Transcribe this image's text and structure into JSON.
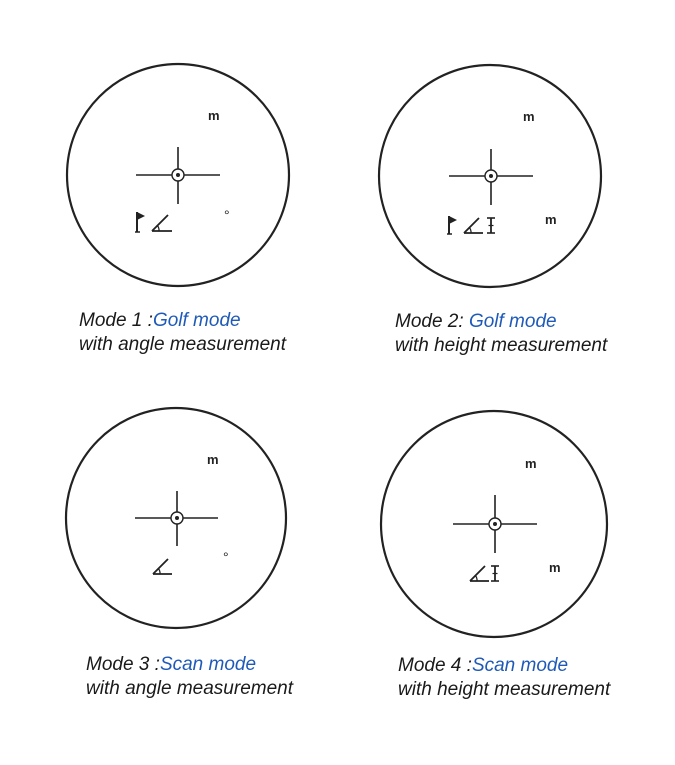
{
  "panels": [
    {
      "id": "mode-1",
      "label_prefix": "Mode 1 :",
      "mode_name": "Golf mode",
      "description": "with angle measurement",
      "icons": [
        "flag-icon",
        "angle-icon"
      ],
      "unit_top": "m",
      "unit_bottom": "",
      "degree_symbol": "°"
    },
    {
      "id": "mode-2",
      "label_prefix": "Mode 2: ",
      "mode_name": "Golf mode",
      "description": "with height measurement",
      "icons": [
        "flag-icon",
        "angle-icon",
        "height-icon"
      ],
      "unit_top": "m",
      "unit_bottom": "m",
      "degree_symbol": ""
    },
    {
      "id": "mode-3",
      "label_prefix": "Mode 3 :",
      "mode_name": "Scan mode",
      "description": "with angle measurement",
      "icons": [
        "angle-icon"
      ],
      "unit_top": "m",
      "unit_bottom": "",
      "degree_symbol": "°"
    },
    {
      "id": "mode-4",
      "label_prefix": "Mode 4 :",
      "mode_name": "Scan mode",
      "description": "with height measurement",
      "icons": [
        "angle-icon",
        "height-icon"
      ],
      "unit_top": "m",
      "unit_bottom": "m",
      "degree_symbol": ""
    }
  ],
  "colors": {
    "accent": "#1f5ab8",
    "line": "#222222",
    "text": "#1a1a1a"
  }
}
